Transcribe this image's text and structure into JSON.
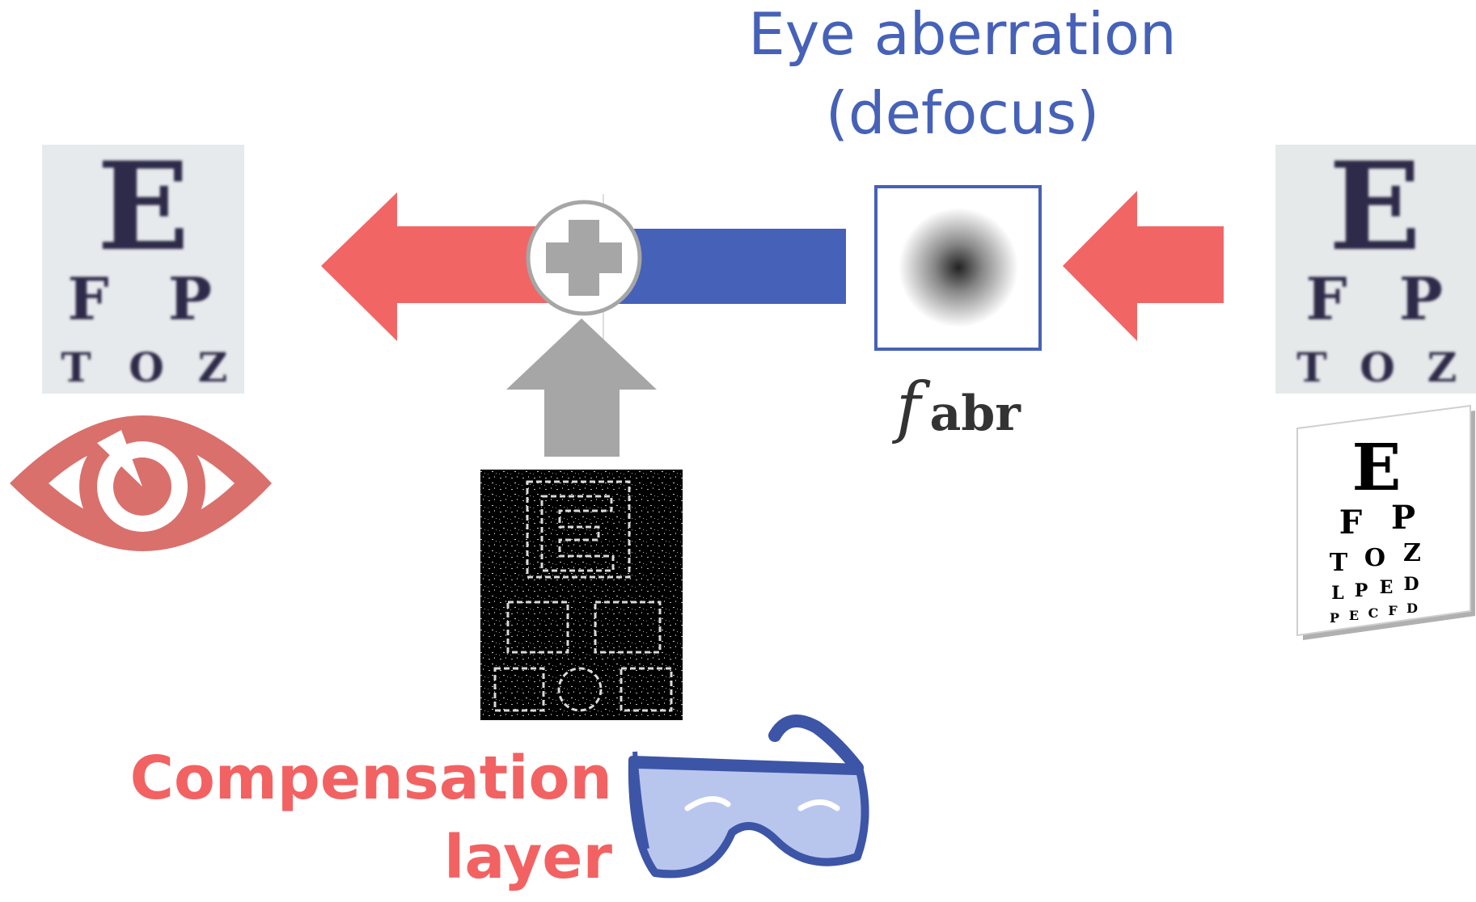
{
  "title": {
    "line1": "Eye aberration",
    "line2": "(defocus)"
  },
  "kernel_label": {
    "symbol": "f",
    "subscript": "abr"
  },
  "compensation": {
    "line1": "Compensation",
    "line2": "layer"
  },
  "charts": {
    "row1": [
      "E"
    ],
    "row2": [
      "F",
      "P"
    ],
    "row3": [
      "T",
      "O",
      "Z"
    ],
    "row4": [
      "L",
      "P",
      "E",
      "D"
    ],
    "row5": [
      "P",
      "E",
      "C",
      "F",
      "D"
    ]
  },
  "icons": {
    "operator": "plus-circle-icon",
    "observer": "eye-icon",
    "correction": "glasses-icon"
  },
  "colors": {
    "title": "#4661b8",
    "compensation": "#f26262",
    "red_arrow": "#f26565",
    "blue_bar": "#4661b8",
    "gray": "#a6a6a6",
    "eye": "#d9706c"
  }
}
